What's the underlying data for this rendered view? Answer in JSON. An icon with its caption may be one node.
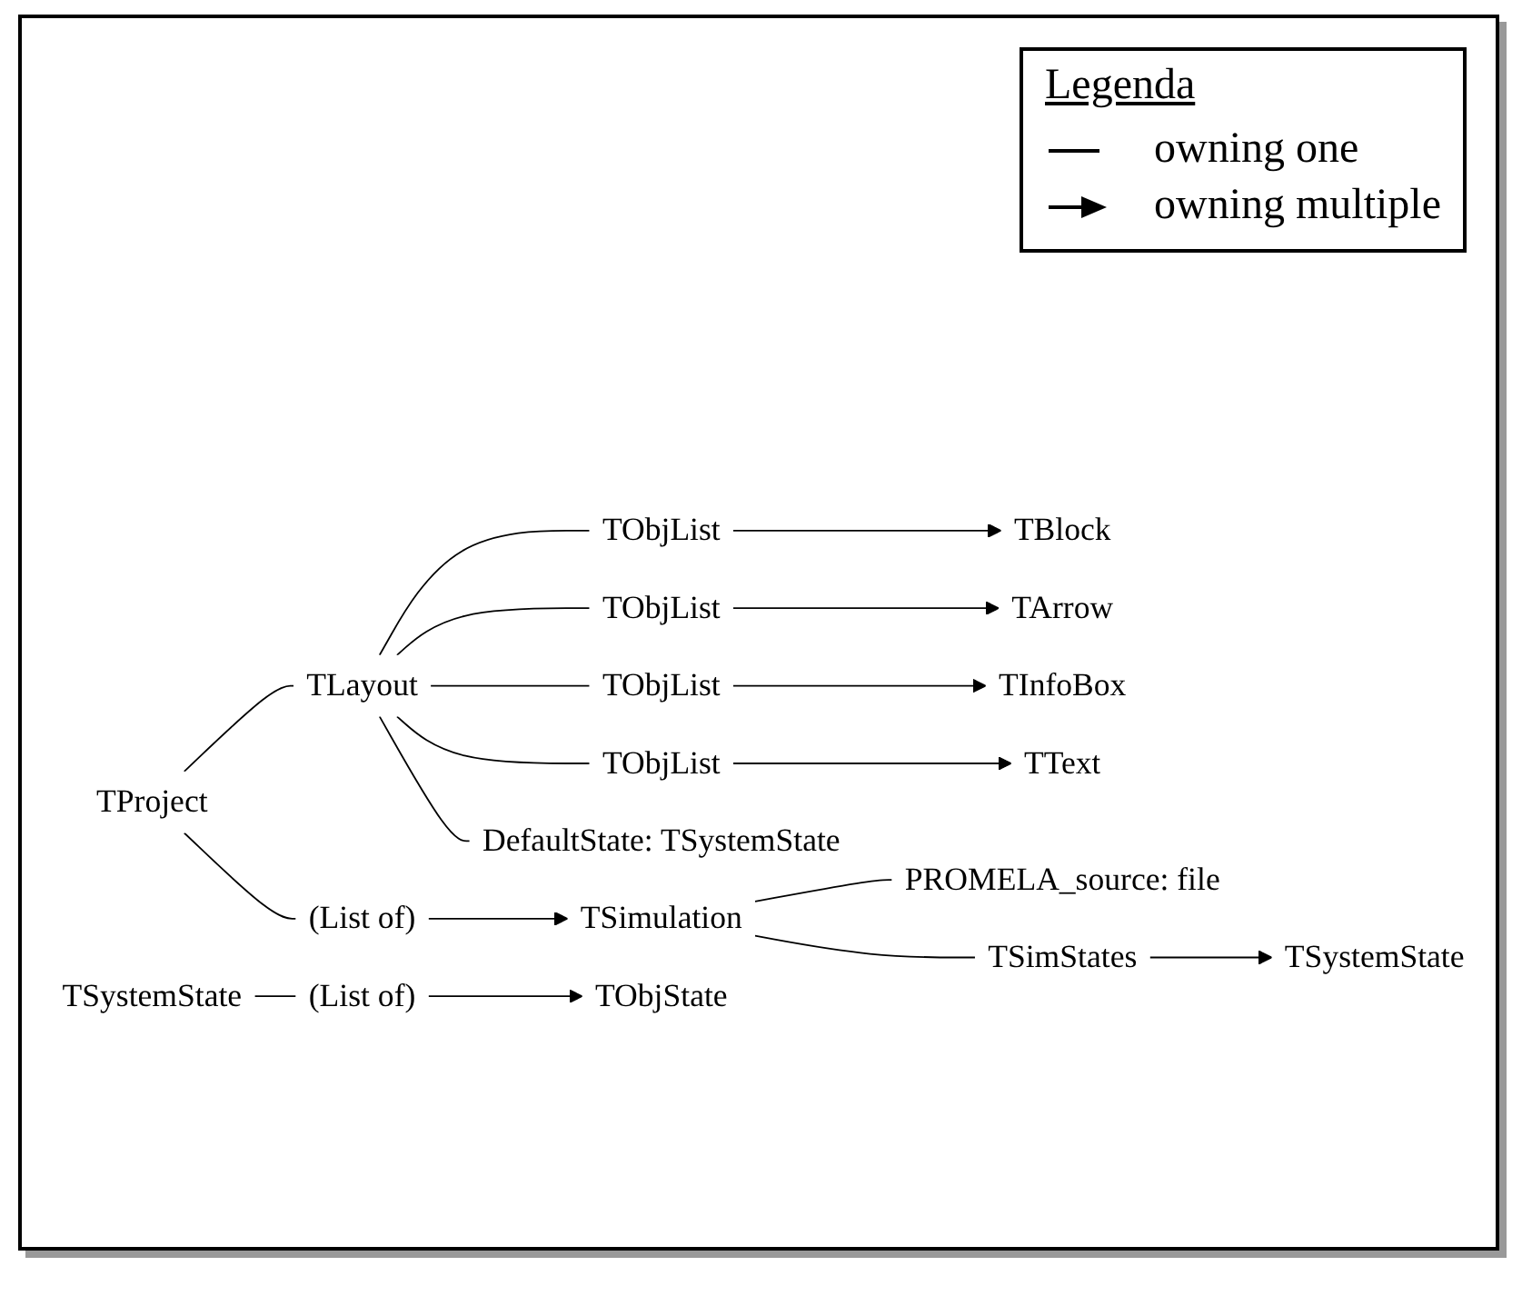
{
  "diagram": {
    "nodes": [
      {
        "text": [
          "TProject"
        ]
      },
      {
        "text": [
          "TLayout"
        ]
      },
      {
        "text": [
          "TObjList"
        ]
      },
      {
        "text": [
          "TBlock"
        ]
      },
      {
        "text": [
          "TObjList"
        ]
      },
      {
        "text": [
          "TArrow"
        ]
      },
      {
        "text": [
          "TObjList"
        ]
      },
      {
        "text": [
          "TInfoBox"
        ]
      },
      {
        "text": [
          "TObjList"
        ]
      },
      {
        "text": [
          "TText"
        ]
      },
      {
        "text": [
          "DefaultState: TSystemState"
        ]
      },
      {
        "text": [
          "(List of)"
        ]
      },
      {
        "text": [
          "TSimulation"
        ]
      },
      {
        "text": [
          "PROMELA_source: file"
        ]
      },
      {
        "text": [
          "TSimStates"
        ]
      },
      {
        "text": [
          "TSystemState"
        ]
      },
      {
        "text": [
          "TSystemState"
        ]
      },
      {
        "text": [
          "(List of)"
        ]
      },
      {
        "text": [
          "TObjState"
        ]
      }
    ],
    "edges": [
      {
        "from": 0,
        "to": 1,
        "arrow": "none"
      },
      {
        "from": 1,
        "to": 2,
        "arrow": "none"
      },
      {
        "from": 2,
        "to": 3,
        "arrow": "to"
      },
      {
        "from": 1,
        "to": 4,
        "arrow": "none"
      },
      {
        "from": 4,
        "to": 5,
        "arrow": "to"
      },
      {
        "from": 1,
        "to": 6,
        "arrow": "none"
      },
      {
        "from": 6,
        "to": 7,
        "arrow": "to"
      },
      {
        "from": 1,
        "to": 8,
        "arrow": "none"
      },
      {
        "from": 8,
        "to": 9,
        "arrow": "to"
      },
      {
        "from": 1,
        "to": 10,
        "arrow": "none"
      },
      {
        "from": 0,
        "to": 11,
        "arrow": "none"
      },
      {
        "from": 11,
        "to": 12,
        "arrow": "to"
      },
      {
        "from": 12,
        "to": 13,
        "arrow": "none"
      },
      {
        "from": 12,
        "to": 14,
        "arrow": "none"
      },
      {
        "from": 14,
        "to": 15,
        "arrow": "to"
      },
      {
        "from": 16,
        "to": 17,
        "arrow": "none"
      },
      {
        "from": 17,
        "to": 18,
        "arrow": "to"
      }
    ],
    "labels": [
      "Legenda"
    ],
    "legend": [
      {
        "text": "owning one"
      },
      {
        "text": "owning multiple"
      }
    ]
  }
}
